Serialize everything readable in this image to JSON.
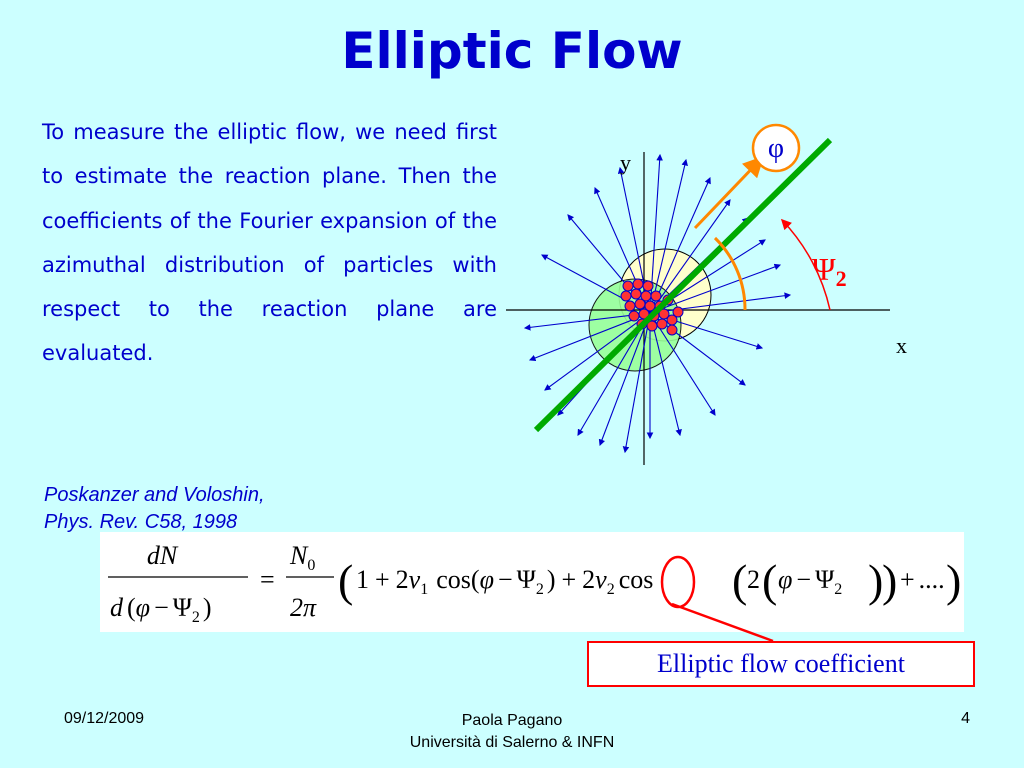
{
  "slide": {
    "title": "Elliptic Flow",
    "body_text": "To measure the elliptic flow, we need first to estimate the reaction plane. Then the coefficients of the Fourier expansion of the azimuthal distribution of particles with respect to the reaction plane are evaluated.",
    "reference_line1": "Poskanzer and Voloshin,",
    "reference_line2": "Phys. Rev. C58, 1998"
  },
  "diagram": {
    "axis_y_label": "y",
    "axis_x_label": "x",
    "phi_label": "φ",
    "psi_symbol": "Ψ",
    "psi_subscript": "2"
  },
  "formula": {
    "lhs_numerator": "dN",
    "lhs_denominator_d": "d",
    "lhs_denominator_phi": "φ",
    "lhs_denominator_psi": "Ψ",
    "sub_2": "2",
    "equals": "=",
    "rhs_numerator_N": "N",
    "sub_0": "0",
    "rhs_denominator": "2π",
    "term_one": "1",
    "plus": "+",
    "minus": "−",
    "two": "2",
    "v": "v",
    "sub_1": "1",
    "cos": "cos",
    "open_paren": "(",
    "close_paren": ")",
    "ellipsis": "....",
    "phi": "φ",
    "psi": "Ψ"
  },
  "annotation": {
    "coefficient_label": "Elliptic flow coefficient"
  },
  "footer": {
    "date": "09/12/2009",
    "author_line1": "Paola Pagano",
    "author_line2": "Università di Salerno & INFN",
    "page_number": "4"
  },
  "colors": {
    "background": "#ccffff",
    "text_blue": "#0000cc",
    "highlight_red": "#ff0000",
    "plane_green": "#00aa00",
    "phi_orange": "#ff8800"
  }
}
